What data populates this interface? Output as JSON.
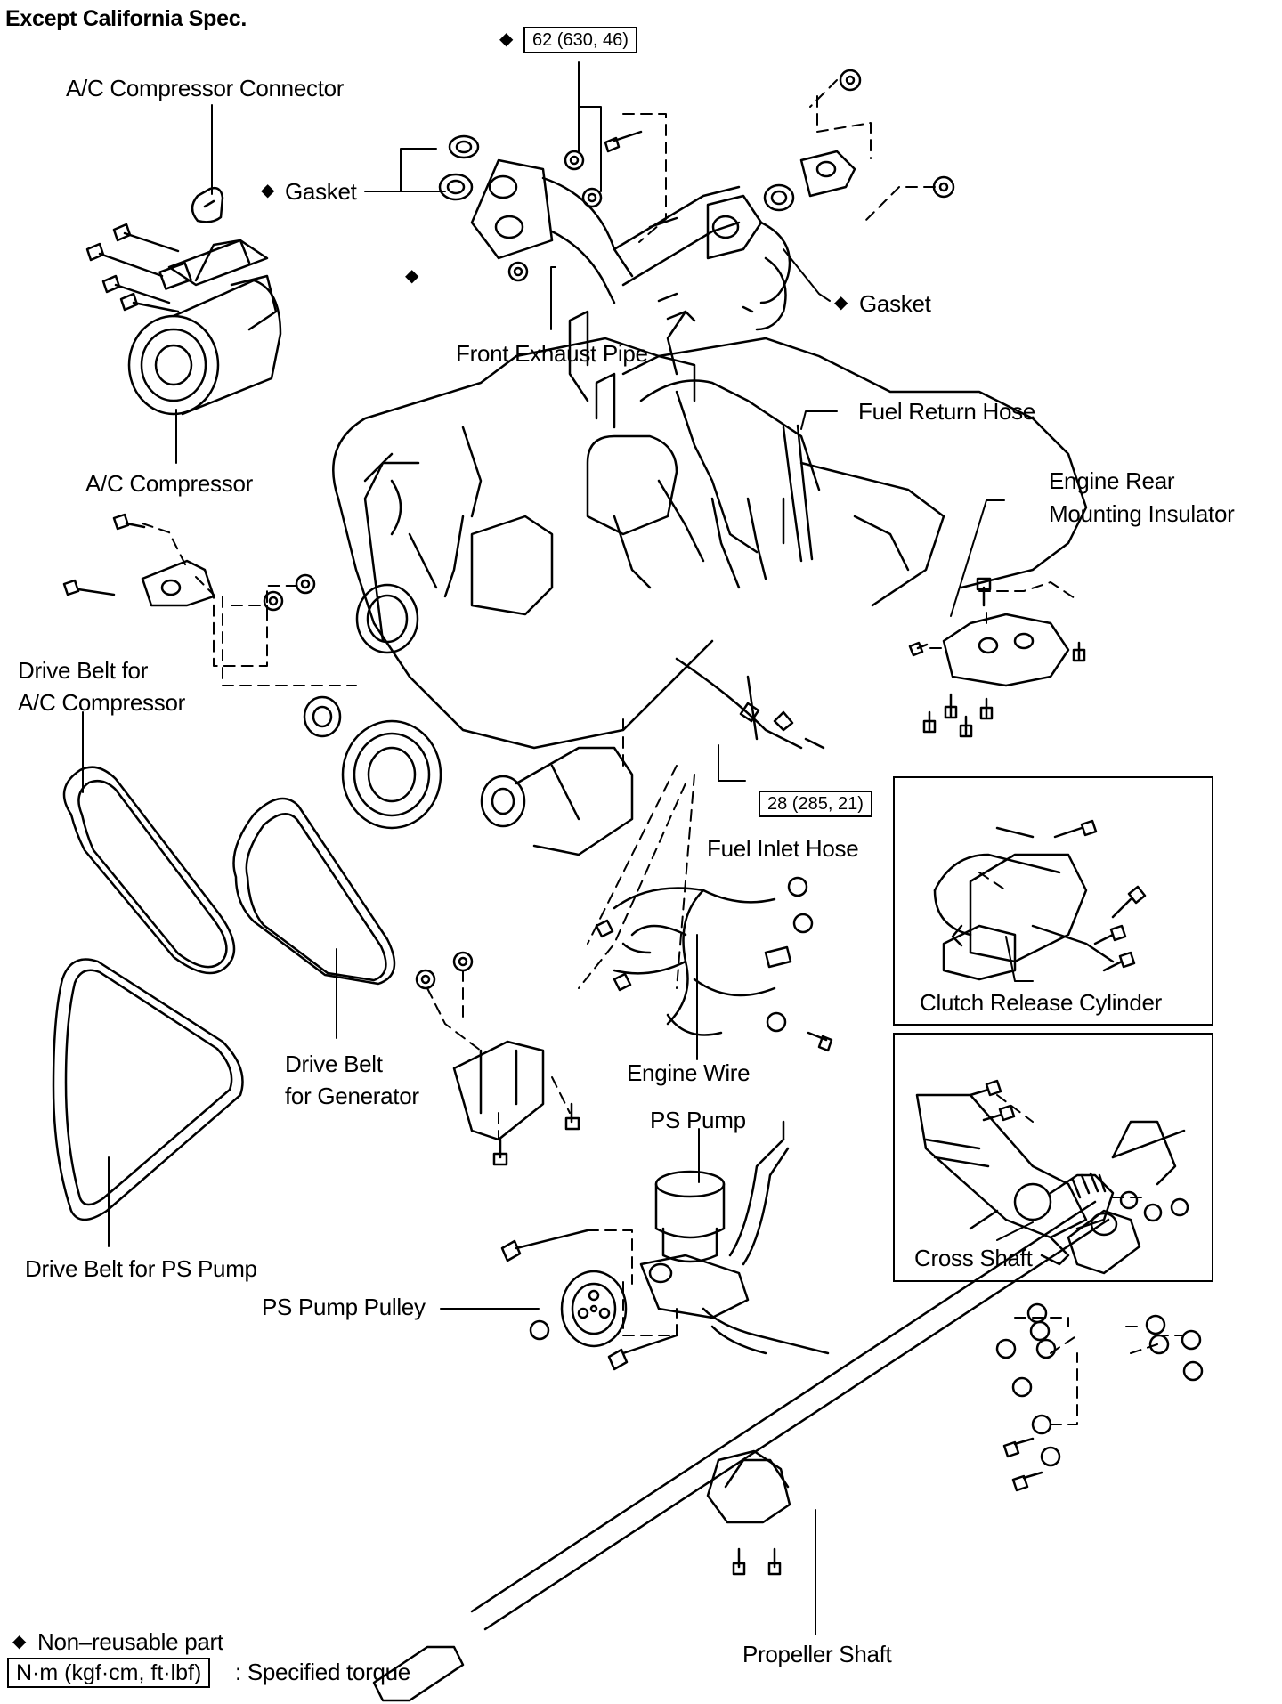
{
  "header": {
    "title": "Except California Spec."
  },
  "torque_specs": {
    "exhaust_nut": "62 (630, 46)",
    "fuel_inlet": "28 (285, 21)"
  },
  "labels": {
    "ac_connector": "A/C Compressor Connector",
    "gasket_left": "Gasket",
    "gasket_right": "Gasket",
    "front_exhaust_pipe": "Front Exhaust Pipe",
    "fuel_return_hose": "Fuel Return Hose",
    "ac_compressor": "A/C Compressor",
    "engine_rear_mount_1": "Engine Rear",
    "engine_rear_mount_2": "Mounting Insulator",
    "drive_belt_ac_1": "Drive Belt for",
    "drive_belt_ac_2": "A/C Compressor",
    "fuel_inlet_hose": "Fuel Inlet Hose",
    "clutch_release_cylinder": "Clutch Release Cylinder",
    "drive_belt_gen_1": "Drive Belt",
    "drive_belt_gen_2": "for Generator",
    "engine_wire": "Engine Wire",
    "ps_pump": "PS Pump",
    "drive_belt_ps": "Drive Belt for PS Pump",
    "cross_shaft": "Cross Shaft",
    "ps_pump_pulley": "PS Pump Pulley",
    "propeller_shaft": "Propeller Shaft"
  },
  "legend": {
    "non_reusable": "Non–reusable part",
    "torque_unit": "N·m (kgf·cm, ft·lbf)",
    "torque_desc": ": Specified torque",
    "diamond": "◆"
  }
}
